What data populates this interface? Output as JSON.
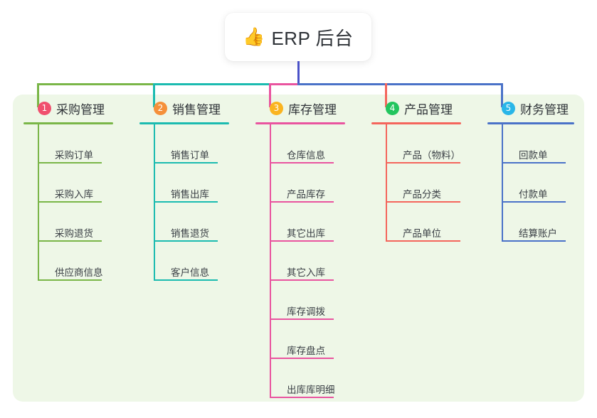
{
  "title": {
    "emoji": "👍",
    "emoji_name": "thumbs-up-icon",
    "text": "ERP 后台"
  },
  "colors": {
    "panel_background": "#eef7e7",
    "page_background": "#ffffff",
    "root_connector": "#4a52c8",
    "title_text": "#2f3338"
  },
  "columns": [
    {
      "number": "1",
      "title": "采购管理",
      "badge_color": "#f0506e",
      "line_color": "#7ab648",
      "items": [
        {
          "label": "采购订单"
        },
        {
          "label": "采购入库"
        },
        {
          "label": "采购退货"
        },
        {
          "label": "供应商信息"
        }
      ]
    },
    {
      "number": "2",
      "title": "销售管理",
      "badge_color": "#f5903a",
      "line_color": "#1bbbb0",
      "items": [
        {
          "label": "销售订单"
        },
        {
          "label": "销售出库"
        },
        {
          "label": "销售退货"
        },
        {
          "label": "客户信息"
        }
      ]
    },
    {
      "number": "3",
      "title": "库存管理",
      "badge_color": "#fab420",
      "line_color": "#e9549f",
      "items": [
        {
          "label": "仓库信息"
        },
        {
          "label": "产品库存"
        },
        {
          "label": "其它出库"
        },
        {
          "label": "其它入库"
        },
        {
          "label": "库存调拨"
        },
        {
          "label": "库存盘点"
        },
        {
          "label": "出库库明细"
        }
      ]
    },
    {
      "number": "4",
      "title": "产品管理",
      "badge_color": "#22c55e",
      "line_color": "#f4655c",
      "items": [
        {
          "label": "产品（物料）"
        },
        {
          "label": "产品分类"
        },
        {
          "label": "产品单位"
        }
      ]
    },
    {
      "number": "5",
      "title": "财务管理",
      "badge_color": "#29b6e8",
      "line_color": "#4a72c8",
      "items": [
        {
          "label": "回款单"
        },
        {
          "label": "付款单"
        },
        {
          "label": "结算账户"
        }
      ]
    }
  ]
}
